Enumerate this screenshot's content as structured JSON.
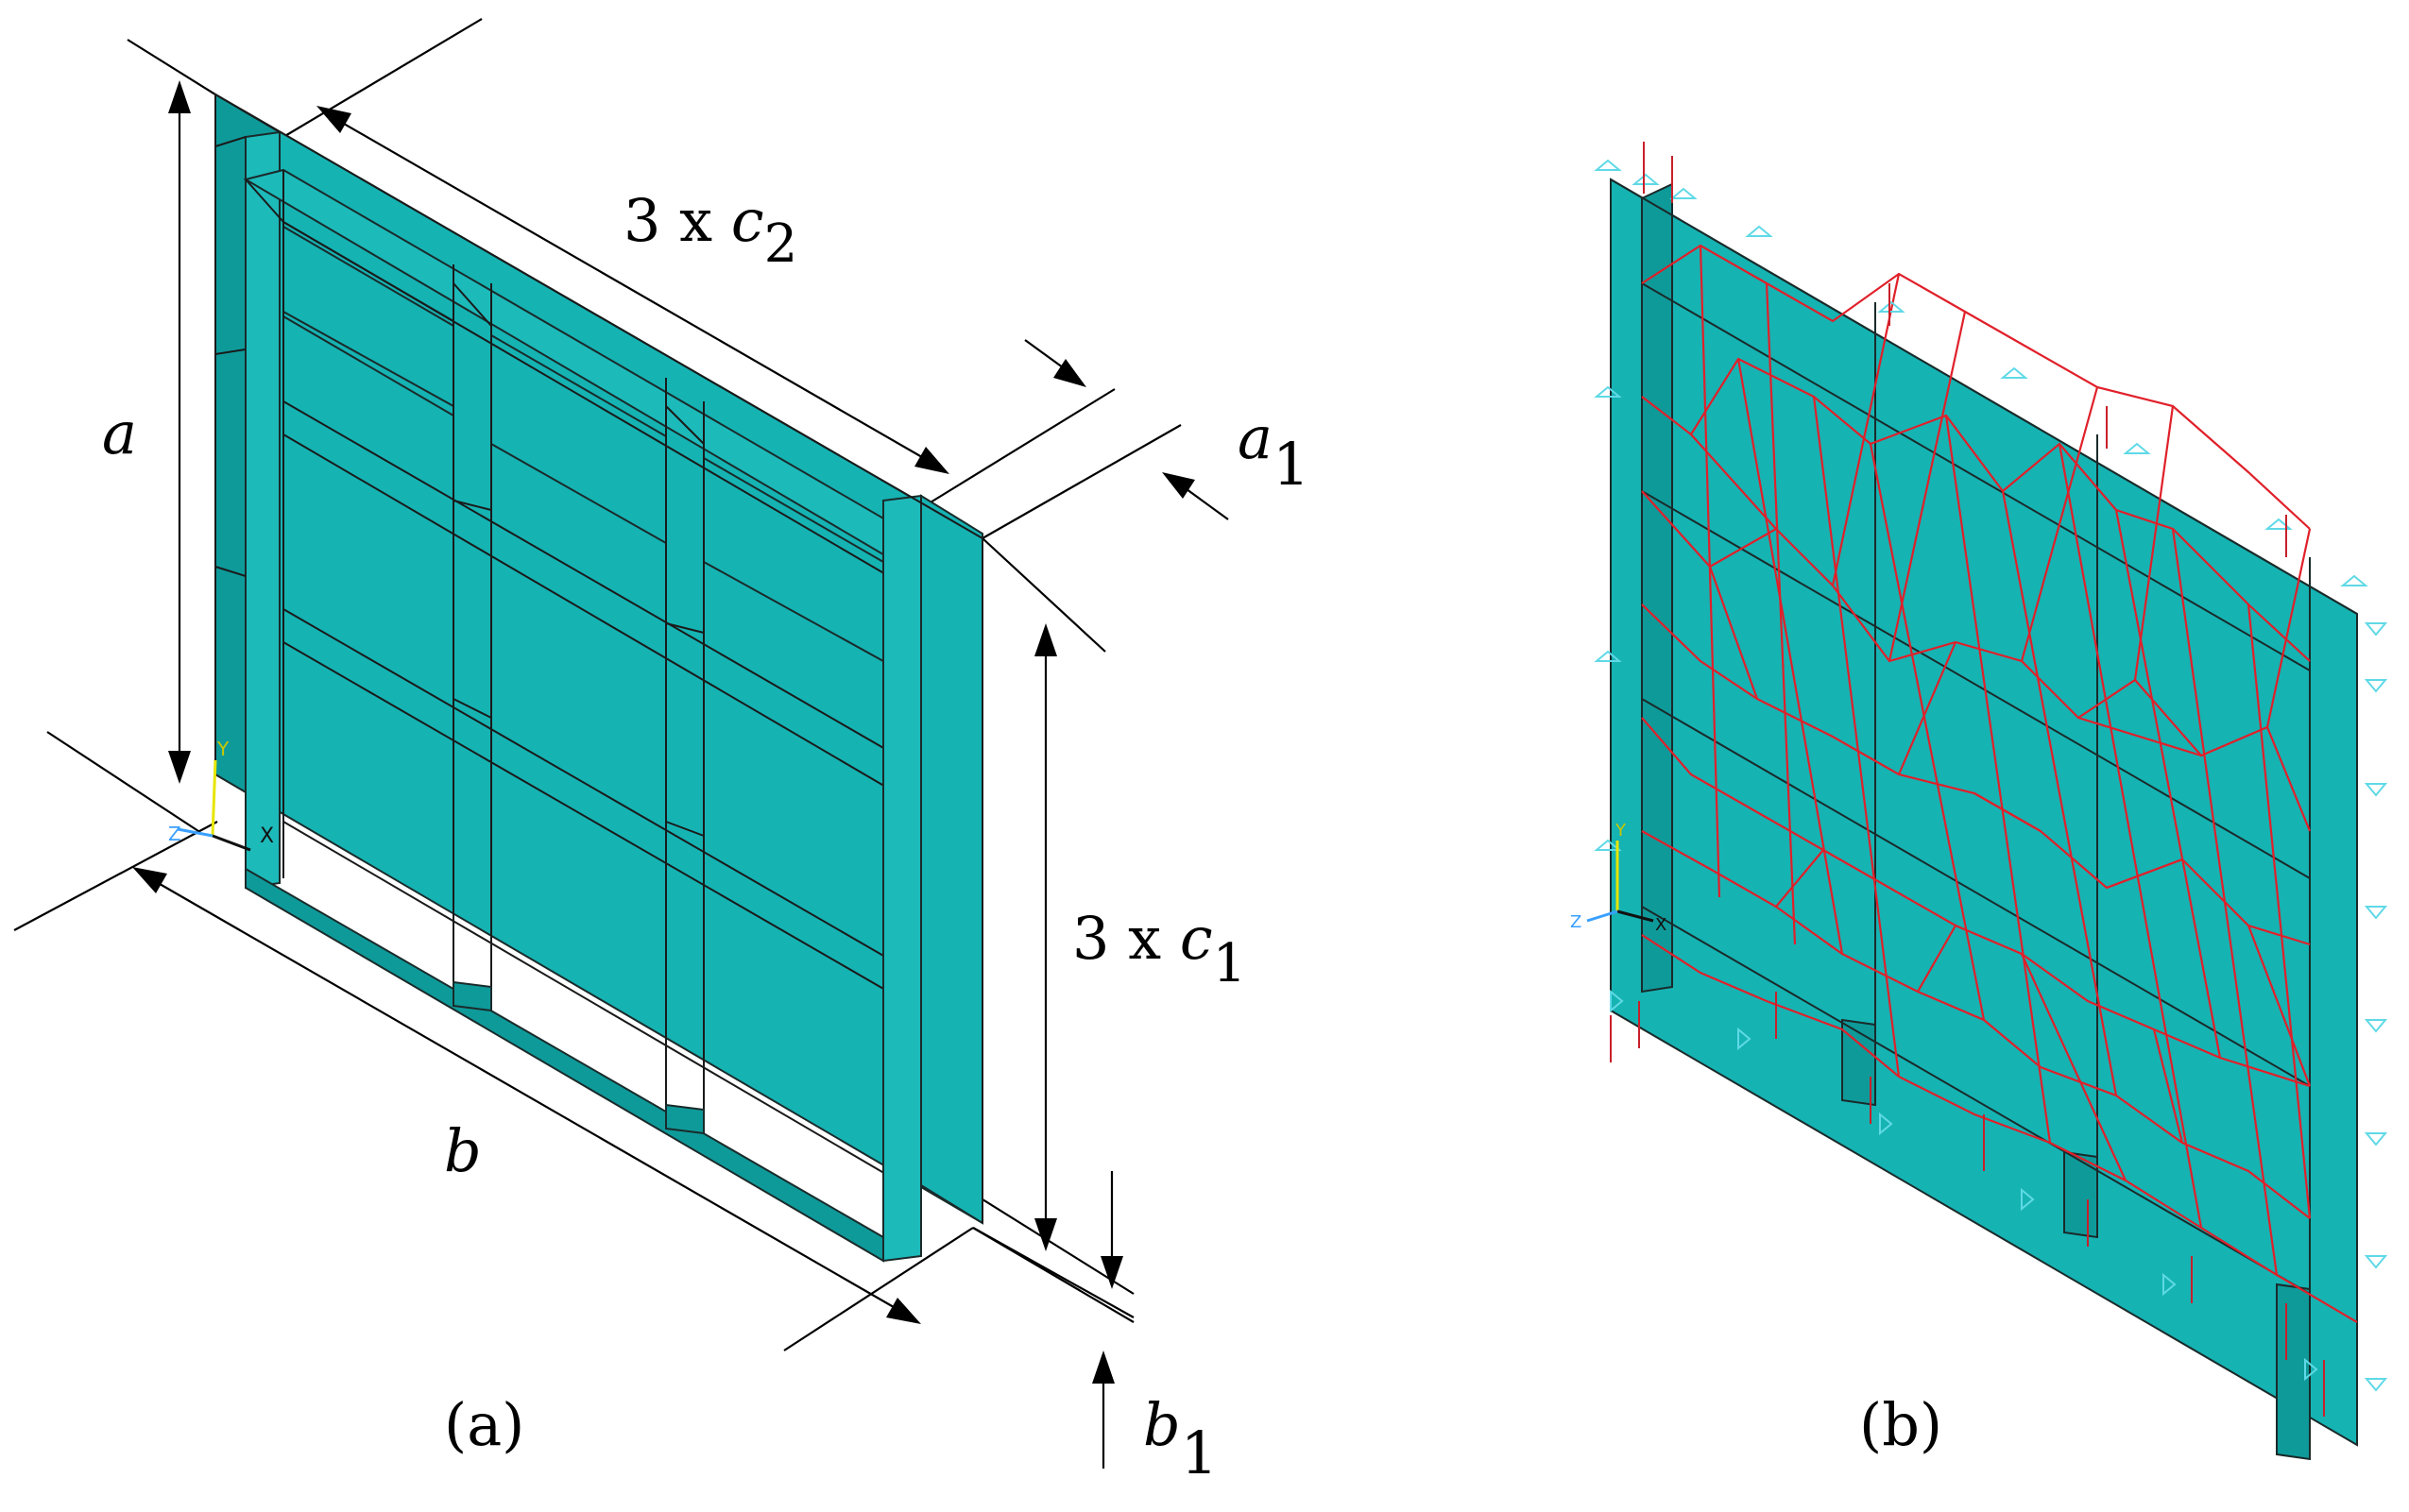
{
  "panel_a": {
    "caption": "(a)",
    "dim_a": "a",
    "dim_b": "b",
    "dim_c2_prefix": "3 x ",
    "dim_c2_var": "c",
    "dim_c2_sub": "2",
    "dim_c1_prefix": "3 x ",
    "dim_c1_var": "c",
    "dim_c1_sub": "1",
    "dim_a1_var": "a",
    "dim_a1_sub": "1",
    "dim_b1_var": "b",
    "dim_b1_sub": "1",
    "axis_y": "Y",
    "axis_z": "Z",
    "axis_x": "X"
  },
  "panel_b": {
    "caption": "(b)",
    "axis_y": "Y",
    "axis_z": "Z",
    "axis_x": "X"
  },
  "colors": {
    "plate": "#16b3b3",
    "mesh": "#e0202a",
    "constraint": "#5fd9e6",
    "axis_y": "#e6e600",
    "axis_z": "#3aa0ff"
  }
}
